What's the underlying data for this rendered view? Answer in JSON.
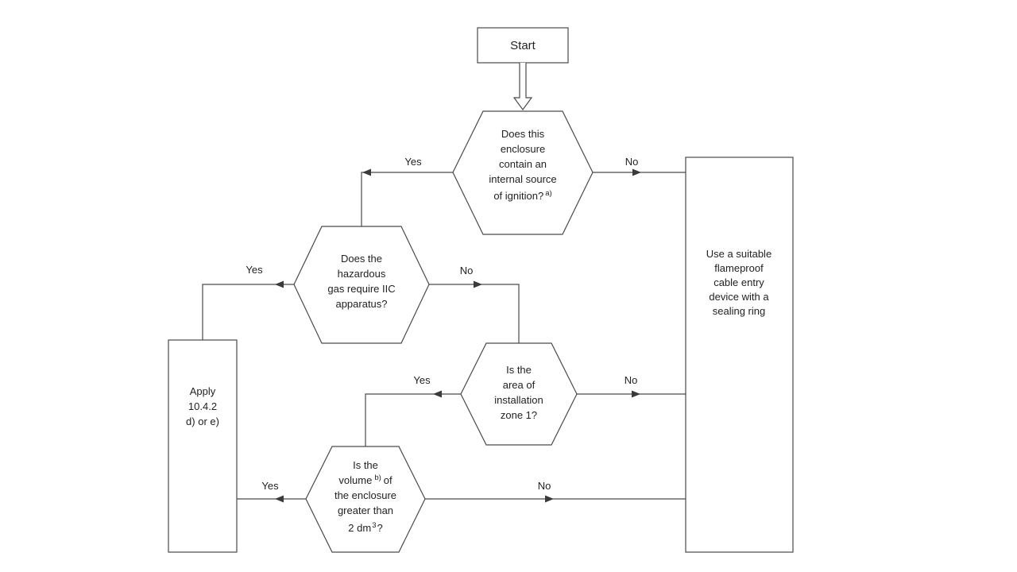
{
  "nodes": {
    "start": {
      "label": "Start"
    },
    "q1": {
      "lines": [
        "Does this",
        "enclosure",
        "contain an",
        "internal source"
      ],
      "last_pre": "of ignition?",
      "last_sup": "a)"
    },
    "q2": {
      "lines": [
        "Does the",
        "hazardous",
        "gas require IIC",
        "apparatus?"
      ]
    },
    "q3": {
      "lines": [
        "Is the",
        "area of",
        "installation",
        "zone 1?"
      ]
    },
    "q4": {
      "line1": "Is the",
      "line2_pre": "volume",
      "line2_sup": "b)",
      "line2_post": "of",
      "line3": "the enclosure",
      "line4": "greater than",
      "line5_pre": "2 dm",
      "line5_sup": "3",
      "line5_post": "?"
    },
    "apply": {
      "lines": [
        "Apply",
        "10.4.2",
        "d) or e)"
      ]
    },
    "use": {
      "lines": [
        "Use a suitable",
        "flameproof",
        "cable entry",
        "device with a",
        "sealing ring"
      ]
    }
  },
  "edge_labels": {
    "q1_yes": "Yes",
    "q1_no": "No",
    "q2_yes": "Yes",
    "q2_no": "No",
    "q3_yes": "Yes",
    "q3_no": "No",
    "q4_yes": "Yes",
    "q4_no": "No"
  }
}
